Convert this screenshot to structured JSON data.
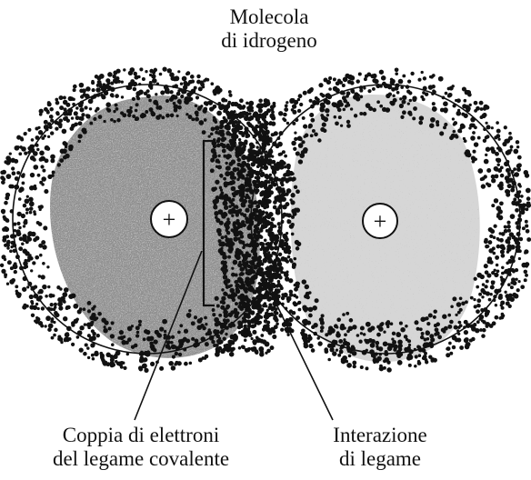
{
  "title": {
    "line1": "Molecola",
    "line2": "di idrogeno"
  },
  "nucleus_symbol": "+",
  "labels": {
    "electron_pair": {
      "line1": "Coppia di elettroni",
      "line2": "del legame covalente"
    },
    "bond_interaction": {
      "line1": "Interazione",
      "line2": "di legame"
    }
  },
  "colors": {
    "ink": "#111111",
    "left_cloud_fill": "#8f8f8f",
    "right_cloud_fill": "#d6d6d6",
    "background": "#ffffff"
  }
}
